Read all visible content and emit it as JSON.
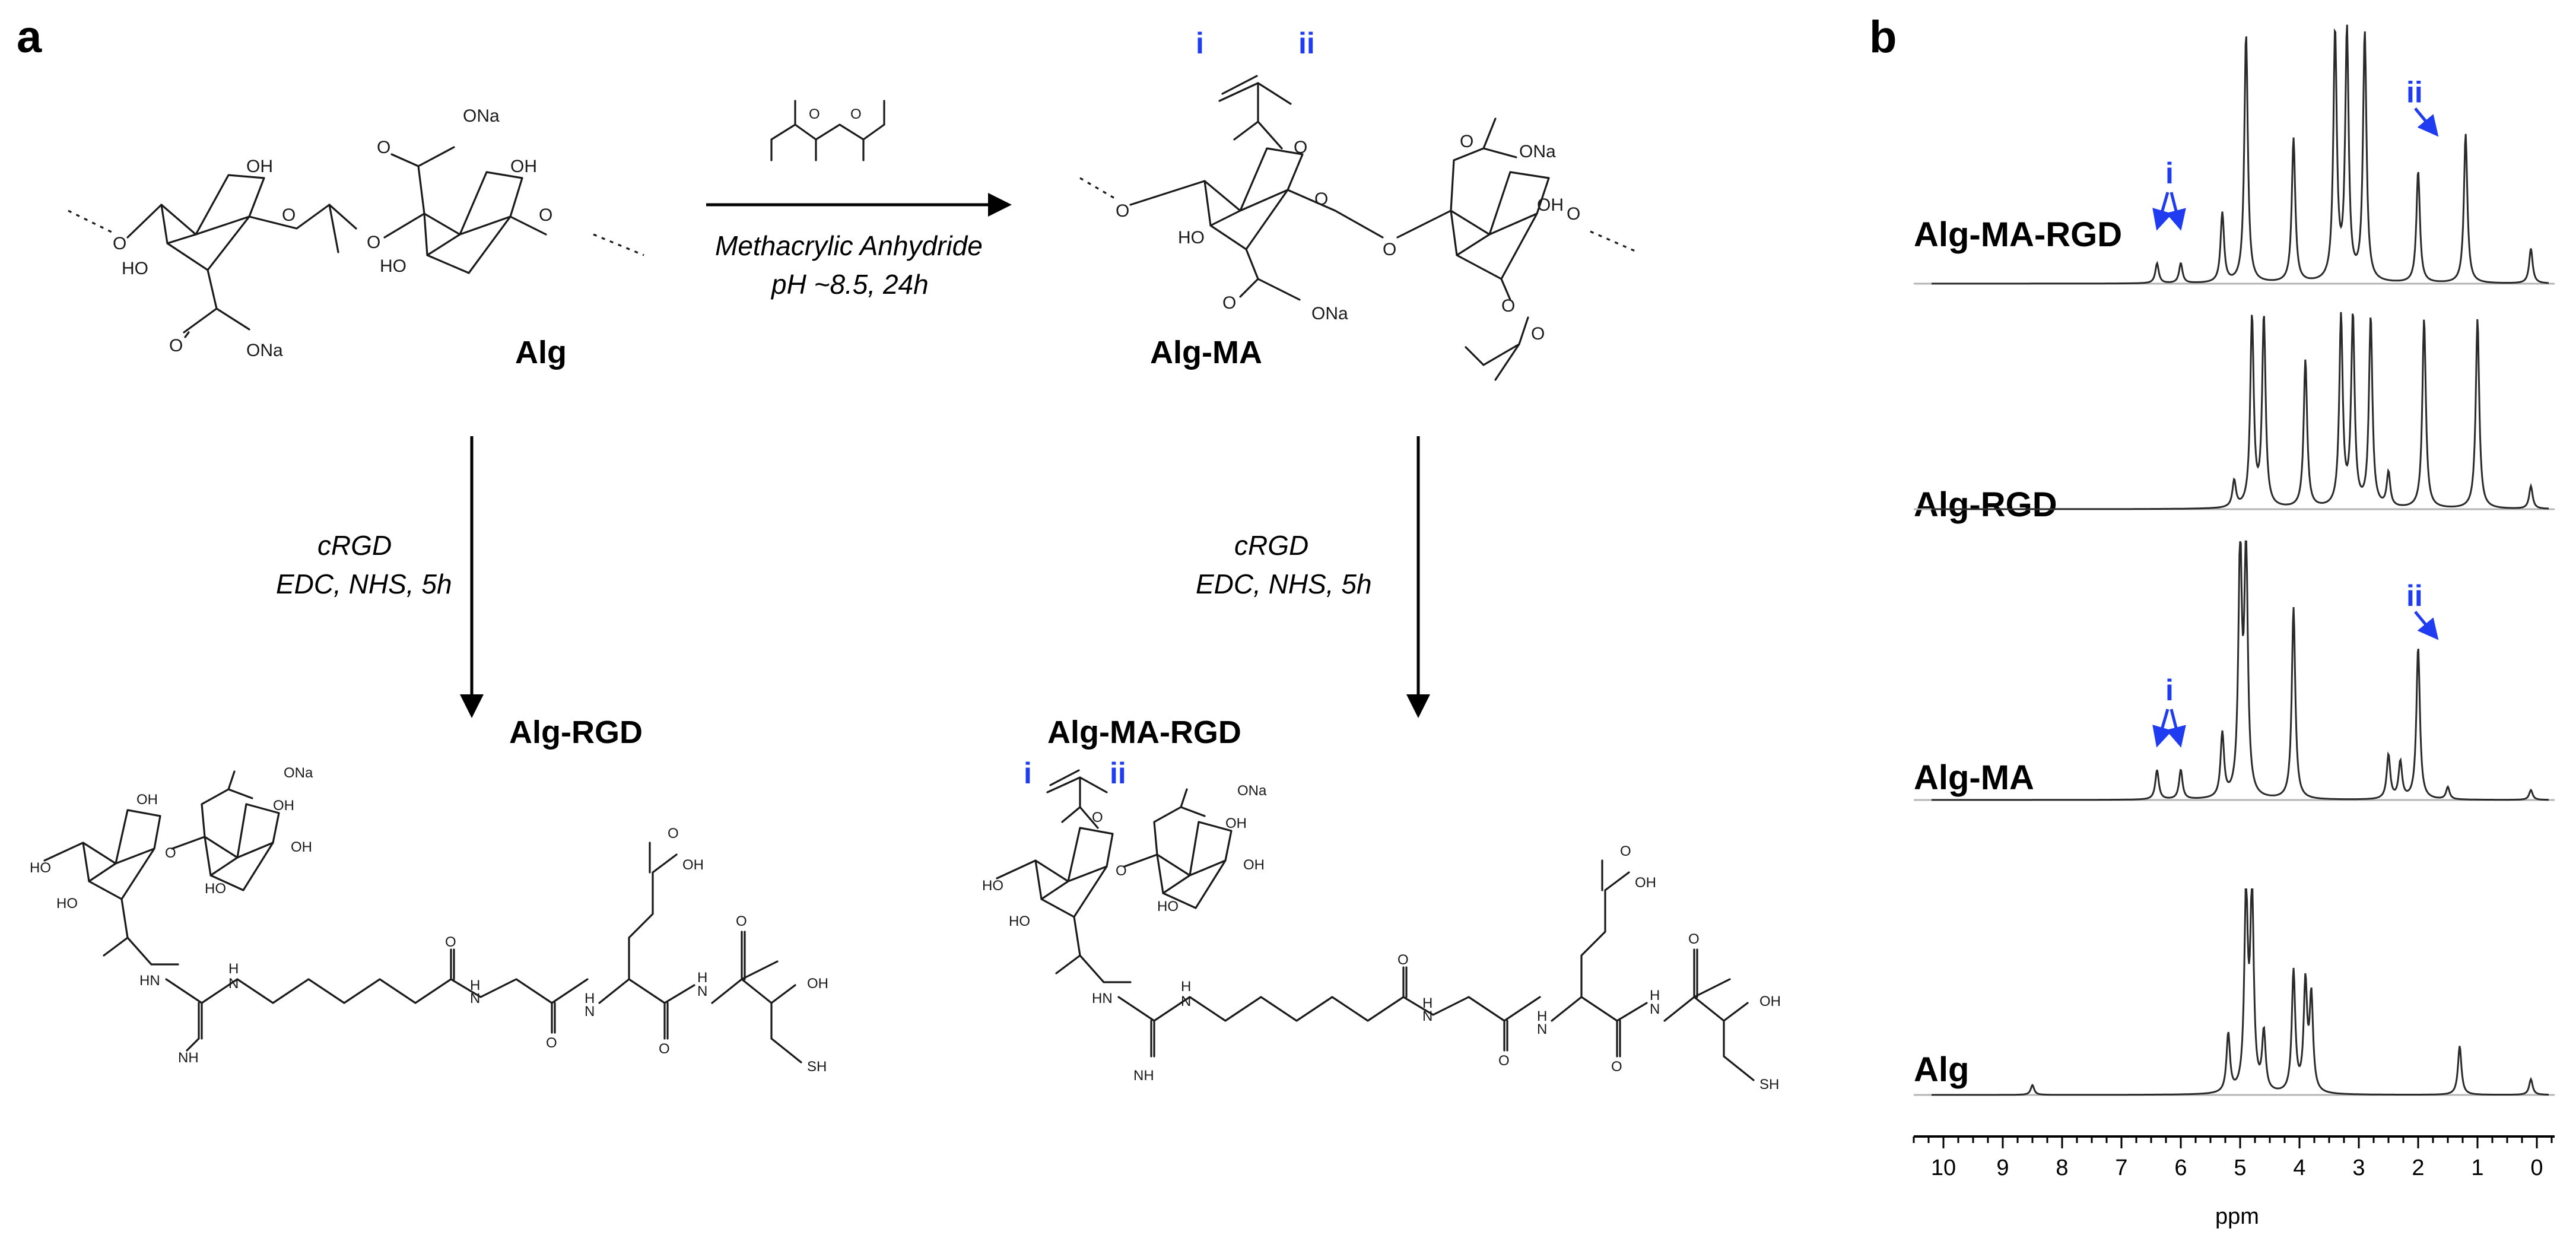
{
  "panels": {
    "a": "a",
    "b": "b"
  },
  "compounds": {
    "alg": "Alg",
    "alg_ma": "Alg-MA",
    "alg_rgd": "Alg-RGD",
    "alg_ma_rgd": "Alg-MA-RGD"
  },
  "conditions": {
    "step1_line1": "Methacrylic Anhydride",
    "step1_line2": "pH ~8.5, 24h",
    "step2_line1": "cRGD",
    "step2_line2": "EDC, NHS, 5h",
    "step3_line1": "cRGD",
    "step3_line2": "EDC, NHS, 5h"
  },
  "atoms": {
    "OH": "OH",
    "HO": "HO",
    "O": "O",
    "ONa": "ONa",
    "NH": "NH",
    "HN": "HN",
    "N": "N",
    "H": "H",
    "SH": "SH",
    "OH_small": "OH"
  },
  "peak_labels": {
    "i": "i",
    "ii": "ii"
  },
  "colors": {
    "annotation_blue": "#1f3cf0",
    "spectrum": "#2a2a2a",
    "baseline": "#b5b5b5"
  },
  "chart_data": {
    "type": "line",
    "xlabel": "ppm",
    "xlim": [
      10.5,
      -0.3
    ],
    "x_reversed": true,
    "ticks": [
      "10",
      "9",
      "8",
      "7",
      "6",
      "5",
      "4",
      "3",
      "2",
      "1",
      "0"
    ],
    "series": [
      {
        "name": "Alg-MA-RGD",
        "peaks": [
          [
            6.4,
            0.08
          ],
          [
            6.0,
            0.08
          ],
          [
            5.3,
            0.28
          ],
          [
            4.9,
            1.0
          ],
          [
            4.1,
            0.58
          ],
          [
            3.4,
            1.0
          ],
          [
            3.2,
            1.0
          ],
          [
            2.9,
            1.0
          ],
          [
            2.0,
            0.45
          ],
          [
            1.2,
            0.6
          ],
          [
            0.1,
            0.14
          ]
        ],
        "annotations": [
          {
            "label": "i",
            "x": [
              6.4,
              6.0
            ]
          },
          {
            "label": "ii",
            "x": 2.0
          }
        ]
      },
      {
        "name": "Alg-RGD",
        "peaks": [
          [
            5.1,
            0.14
          ],
          [
            4.8,
            1.0
          ],
          [
            4.6,
            1.0
          ],
          [
            3.9,
            0.78
          ],
          [
            3.3,
            1.0
          ],
          [
            3.1,
            1.0
          ],
          [
            2.8,
            1.0
          ],
          [
            2.5,
            0.18
          ],
          [
            1.9,
            1.0
          ],
          [
            1.0,
            1.0
          ],
          [
            0.1,
            0.12
          ]
        ]
      },
      {
        "name": "Alg-MA",
        "peaks": [
          [
            6.4,
            0.12
          ],
          [
            6.0,
            0.12
          ],
          [
            5.3,
            0.26
          ],
          [
            5.0,
            1.0
          ],
          [
            4.9,
            1.0
          ],
          [
            4.1,
            0.78
          ],
          [
            2.5,
            0.18
          ],
          [
            2.3,
            0.15
          ],
          [
            2.0,
            0.62
          ],
          [
            1.5,
            0.05
          ],
          [
            0.1,
            0.04
          ]
        ],
        "annotations": [
          {
            "label": "i",
            "x": [
              6.4,
              6.0
            ]
          },
          {
            "label": "ii",
            "x": 2.0
          }
        ]
      },
      {
        "name": "Alg",
        "peaks": [
          [
            8.5,
            0.05
          ],
          [
            5.2,
            0.3
          ],
          [
            4.9,
            1.0
          ],
          [
            4.8,
            1.0
          ],
          [
            4.6,
            0.3
          ],
          [
            4.1,
            0.62
          ],
          [
            3.9,
            0.55
          ],
          [
            3.8,
            0.48
          ],
          [
            1.3,
            0.25
          ],
          [
            0.1,
            0.08
          ]
        ]
      }
    ]
  }
}
